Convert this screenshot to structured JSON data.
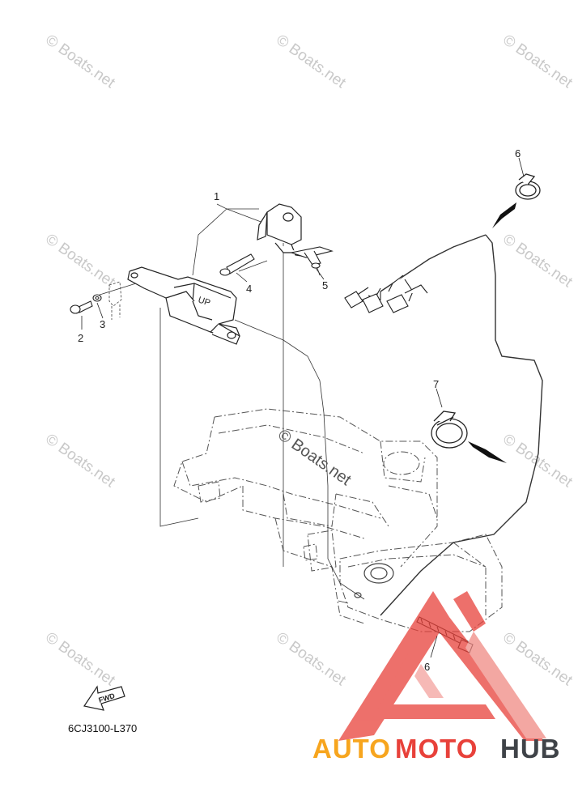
{
  "watermark": "© Boats.net",
  "callouts": [
    {
      "n": "1",
      "label": "1"
    },
    {
      "n": "2",
      "label": "2"
    },
    {
      "n": "3",
      "label": "3"
    },
    {
      "n": "4",
      "label": "4"
    },
    {
      "n": "5",
      "label": "5"
    },
    {
      "n": "6",
      "label": "6"
    },
    {
      "n": "7",
      "label": "7"
    },
    {
      "n": "6b",
      "label": "6"
    }
  ],
  "part_mark": "UP",
  "fwd_label": "FWD",
  "diagram_code": "6CJ3100-L370",
  "logo": {
    "word1": "AUTO",
    "word2": "MOTO",
    "word3": "HUB",
    "color_orange": "#f7a51e",
    "color_red": "#e8413a",
    "color_dark": "#3f4348"
  }
}
